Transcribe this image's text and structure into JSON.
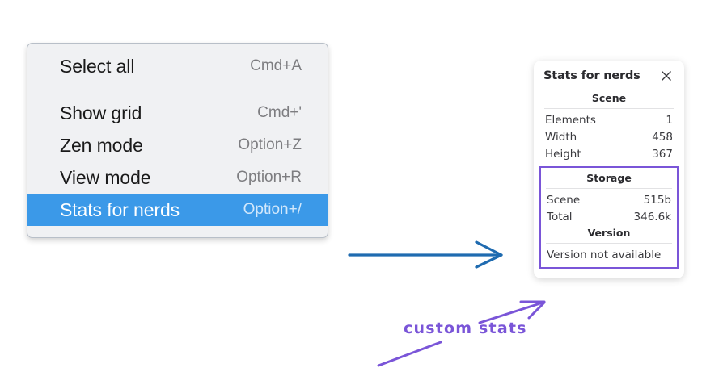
{
  "menu": {
    "sections": [
      {
        "name": "selection",
        "items": [
          {
            "label": "Select all",
            "shortcut": "Cmd+A",
            "selected": false
          }
        ]
      },
      {
        "name": "view",
        "items": [
          {
            "label": "Show grid",
            "shortcut": "Cmd+'",
            "selected": false
          },
          {
            "label": "Zen mode",
            "shortcut": "Option+Z",
            "selected": false
          },
          {
            "label": "View mode",
            "shortcut": "Option+R",
            "selected": false
          },
          {
            "label": "Stats for nerds",
            "shortcut": "Option+/",
            "selected": true
          }
        ]
      }
    ],
    "highlight_color": "#3b99e8",
    "background_color": "#f0f1f3"
  },
  "stats_panel": {
    "title": "Stats for nerds",
    "close_icon": "close-icon",
    "groups": [
      {
        "heading": "Scene",
        "rows": [
          {
            "label": "Elements",
            "value": "1"
          },
          {
            "label": "Width",
            "value": "458"
          },
          {
            "label": "Height",
            "value": "367"
          }
        ]
      },
      {
        "heading": "Storage",
        "rows": [
          {
            "label": "Scene",
            "value": "515b"
          },
          {
            "label": "Total",
            "value": "346.6k"
          }
        ]
      },
      {
        "heading": "Version",
        "note": "Version not available"
      }
    ],
    "highlight_border_color": "#7a55d8"
  },
  "annotations": {
    "arrow_blue_color": "#1f6bb0",
    "arrow_purple_color": "#7a55d8",
    "custom_stats_label": "custom stats"
  }
}
